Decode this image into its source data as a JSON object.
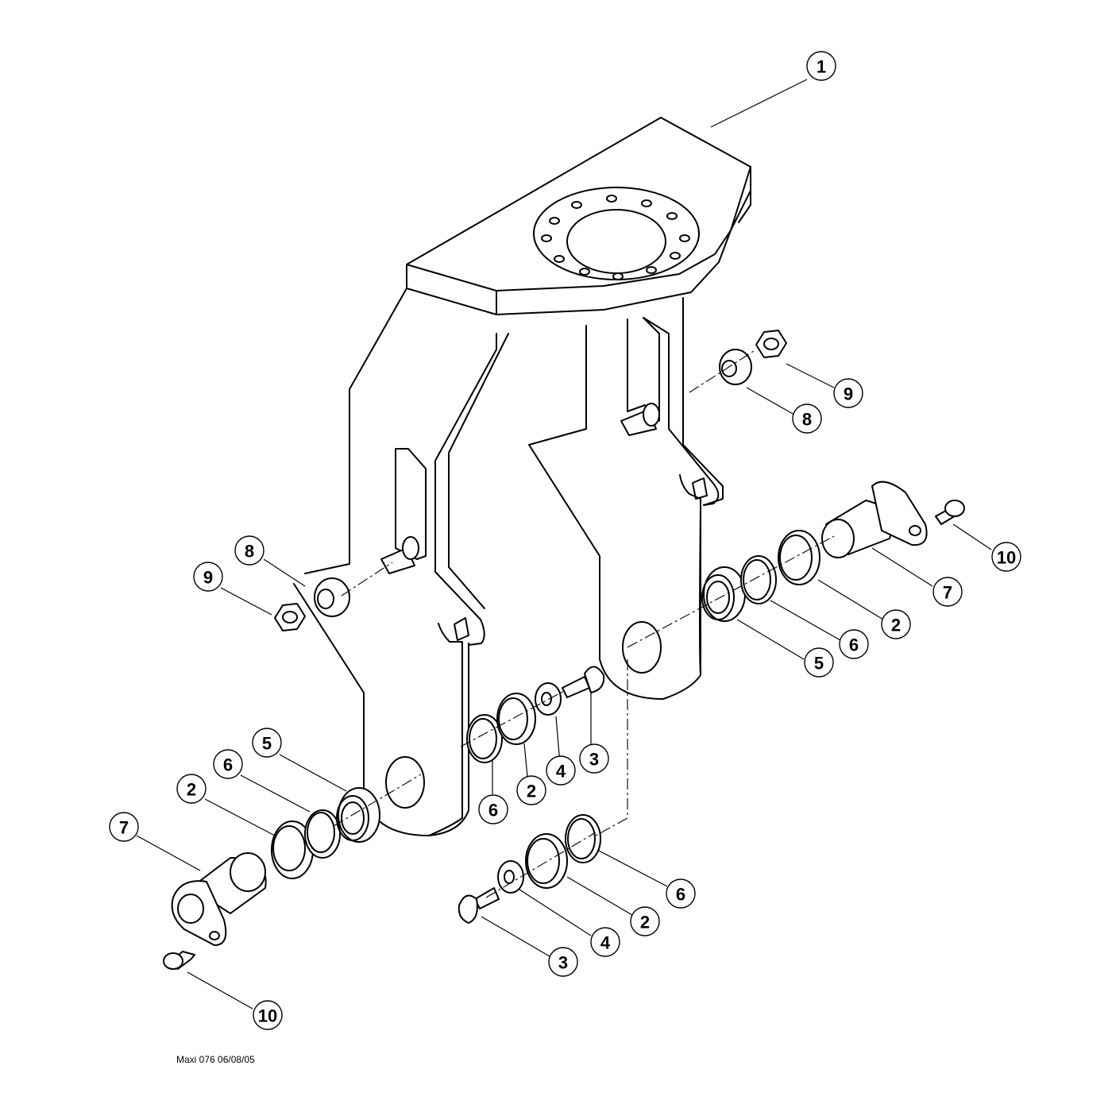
{
  "drawing_ref": "Maxi 076 06/08/05",
  "callouts": [
    "1",
    "2",
    "2",
    "2",
    "3",
    "3",
    "4",
    "4",
    "5",
    "5",
    "6",
    "6",
    "6",
    "6",
    "7",
    "7",
    "8",
    "8",
    "9",
    "9",
    "10",
    "10"
  ]
}
